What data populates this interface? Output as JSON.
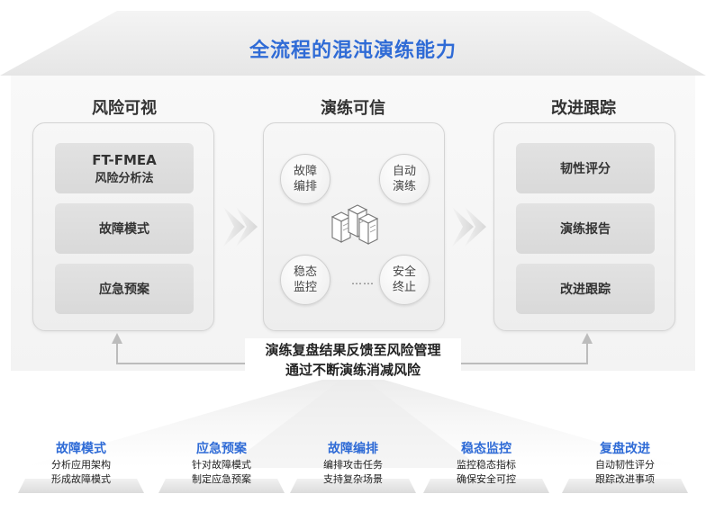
{
  "title": "全流程的混沌演练能力",
  "columns": {
    "left": {
      "title": "风险可视",
      "items": [
        {
          "line1": "FT-FMEA",
          "line2": "风险分析法"
        },
        {
          "label": "故障模式"
        },
        {
          "label": "应急预案"
        }
      ]
    },
    "middle": {
      "title": "演练可信",
      "circles": [
        {
          "label": "故障\n编排"
        },
        {
          "label": "自动\n演练"
        },
        {
          "label": "稳态\n监控"
        },
        {
          "label": "安全\n终止"
        }
      ],
      "ellipsis": "……"
    },
    "right": {
      "title": "改进跟踪",
      "items": [
        {
          "label": "韧性评分"
        },
        {
          "label": "演练报告"
        },
        {
          "label": "改进跟踪"
        }
      ]
    }
  },
  "feedback": {
    "line1": "演练复盘结果反馈至风险管理",
    "line2": "通过不断演练消减风险"
  },
  "bottom": [
    {
      "title": "故障模式",
      "line1": "分析应用架构",
      "line2": "形成故障模式"
    },
    {
      "title": "应急预案",
      "line1": "针对故障模式",
      "line2": "制定应急预案"
    },
    {
      "title": "故障编排",
      "line1": "编排攻击任务",
      "line2": "支持复杂场景"
    },
    {
      "title": "稳态监控",
      "line1": "监控稳态指标",
      "line2": "确保安全可控"
    },
    {
      "title": "复盘改进",
      "line1": "自动韧性评分",
      "line2": "跟踪改进事项"
    }
  ],
  "colors": {
    "accent": "#2f6bd6",
    "panel": "#efefef",
    "item": "#dddddd"
  }
}
